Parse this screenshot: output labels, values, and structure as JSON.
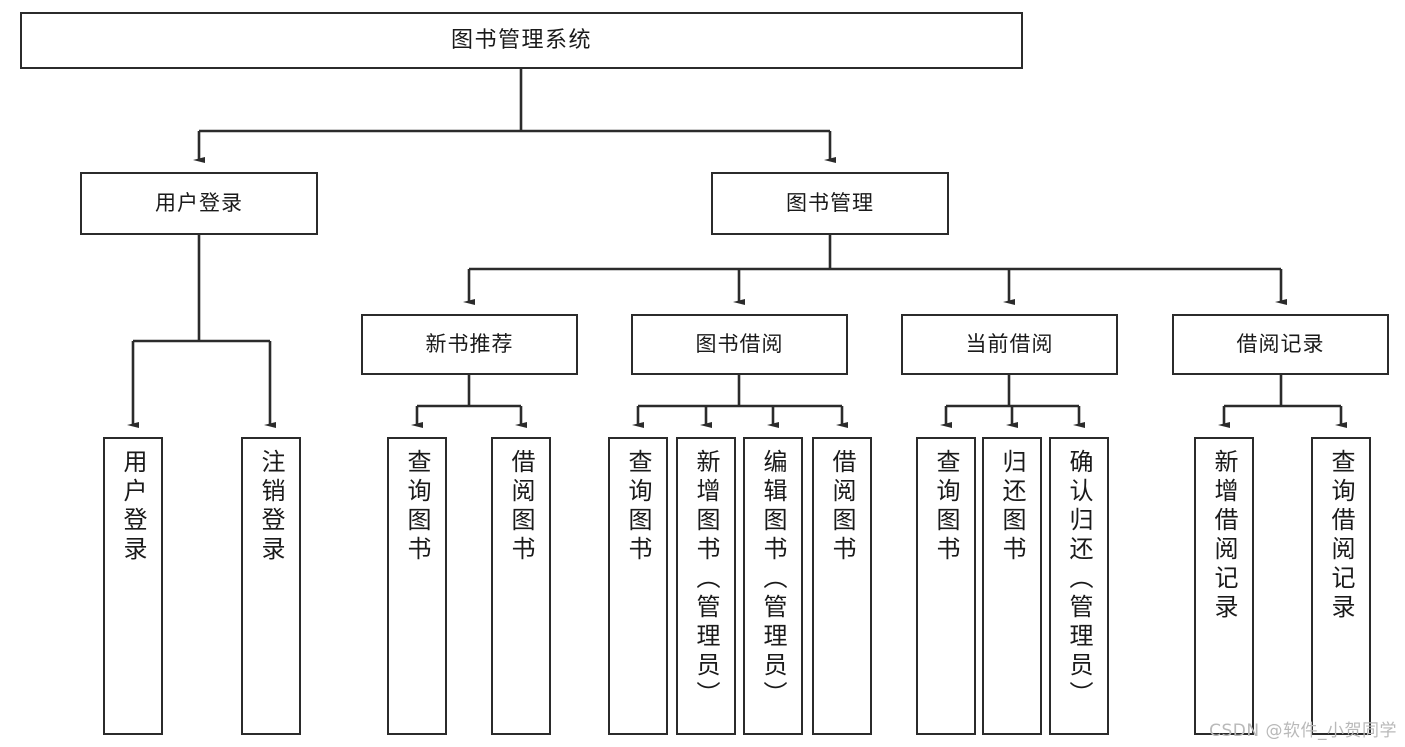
{
  "diagram": {
    "title": "图书管理系统",
    "type": "tree-hierarchy",
    "watermark": "CSDN @软件_小贺同学",
    "colors": {
      "stroke": "#2b2b2b",
      "fill": "#ffffff",
      "text": "#1a1a1a",
      "watermark": "#b9b9b9"
    },
    "nodes": {
      "root": {
        "label": "图书管理系统"
      },
      "level2": [
        {
          "id": "user-login",
          "label": "用户登录"
        },
        {
          "id": "book-manage",
          "label": "图书管理"
        }
      ],
      "level3": [
        {
          "id": "new-book-recommend",
          "label": "新书推荐"
        },
        {
          "id": "book-borrow",
          "label": "图书借阅"
        },
        {
          "id": "current-borrow",
          "label": "当前借阅"
        },
        {
          "id": "borrow-record",
          "label": "借阅记录"
        }
      ],
      "leaves": {
        "user_login": [
          {
            "id": "leaf-user-login",
            "label": "用户登录"
          },
          {
            "id": "leaf-logout-login",
            "label": "注销登录"
          }
        ],
        "new_book_recommend": [
          {
            "id": "leaf-query-book-1",
            "label": "查询图书"
          },
          {
            "id": "leaf-borrow-book-1",
            "label": "借阅图书"
          }
        ],
        "book_borrow": [
          {
            "id": "leaf-query-book-2",
            "label": "查询图书"
          },
          {
            "id": "leaf-add-book-admin",
            "label": "新增图书（管理员）"
          },
          {
            "id": "leaf-edit-book-admin",
            "label": "编辑图书（管理员）"
          },
          {
            "id": "leaf-borrow-book-2",
            "label": "借阅图书"
          }
        ],
        "current_borrow": [
          {
            "id": "leaf-query-book-3",
            "label": "查询图书"
          },
          {
            "id": "leaf-return-book",
            "label": "归还图书"
          },
          {
            "id": "leaf-confirm-return-admin",
            "label": "确认归还（管理员）"
          }
        ],
        "borrow_record": [
          {
            "id": "leaf-add-borrow-record",
            "label": "新增借阅记录"
          },
          {
            "id": "leaf-query-borrow-record",
            "label": "查询借阅记录"
          }
        ]
      }
    }
  }
}
